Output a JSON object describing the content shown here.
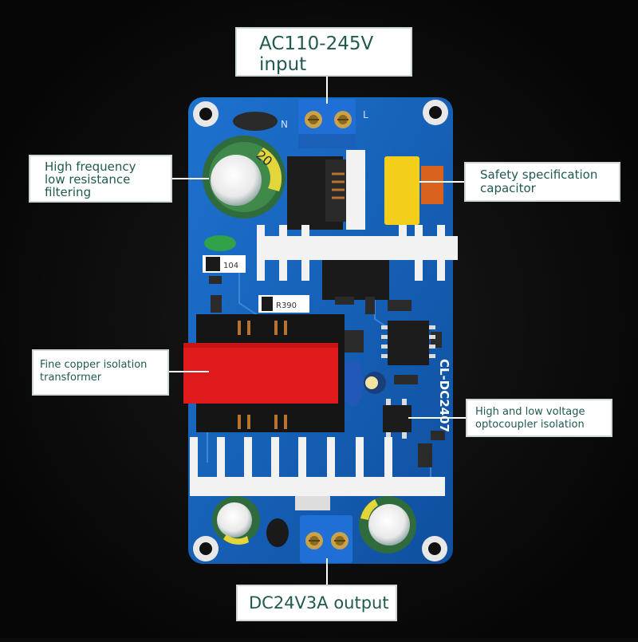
{
  "callouts": {
    "input": {
      "line1": "AC110-245V",
      "line2": "input"
    },
    "output": {
      "label": "DC24V3A output"
    },
    "filter": {
      "line1": "High frequency",
      "line2": "low resistance",
      "line3": "filtering"
    },
    "safety": {
      "line1": "Safety specification",
      "line2": "capacitor"
    },
    "transformer": {
      "line1": "Fine copper isolation",
      "line2": "transformer"
    },
    "opto": {
      "line1": "High and low voltage",
      "line2": "optocoupler isolation"
    }
  },
  "board": {
    "model_marking": "CL-DC2407",
    "input_terminal_marks": {
      "neutral": "N",
      "live": "L"
    },
    "resistor_code_104": "104",
    "resistor_code_r390": "R390",
    "cap_marking": "20",
    "colors": {
      "pcb": "#1660b8",
      "copper": "#b87333",
      "tape": "#e01a1a",
      "heatsink": "#f2f2f2",
      "terminal": "#1f6fd6",
      "xcap": "#f3cf1c"
    }
  }
}
